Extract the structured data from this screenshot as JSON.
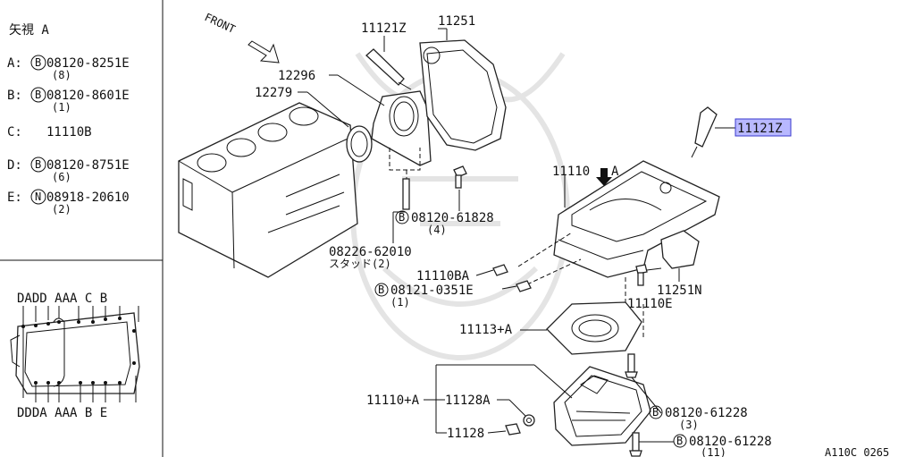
{
  "legend": {
    "view_title": "矢視 A",
    "items": [
      {
        "key": "A",
        "prefix": "B",
        "part": "08120-8251E",
        "qty": "(8)"
      },
      {
        "key": "B",
        "prefix": "B",
        "part": "08120-8601E",
        "qty": "(1)"
      },
      {
        "key": "C",
        "prefix": "",
        "part": "11110B",
        "qty": ""
      },
      {
        "key": "D",
        "prefix": "B",
        "part": "08120-8751E",
        "qty": "(6)"
      },
      {
        "key": "E",
        "prefix": "N",
        "part": "08918-20610",
        "qty": "(2)"
      }
    ],
    "top_letters": "DADD AAA C B",
    "bottom_letters": "DDDA AAA B E"
  },
  "callouts": {
    "front": "FRONT",
    "p11121Z_top": "11121Z",
    "p11251": "11251",
    "p12296": "12296",
    "p12279": "12279",
    "p11121Z_hl": "11121Z",
    "p11110": "11110",
    "a_marker": "A",
    "b_bolt_61828": "08120-61828",
    "b_bolt_61828_qty": "(4)",
    "stud": "08226-62010",
    "stud_sub": "スタッド(2)",
    "p11110BA": "11110BA",
    "b_bolt_0351E": "08121-0351E",
    "b_bolt_0351E_qty": "(1)",
    "p11251N": "11251N",
    "p11110E": "11110E",
    "p11113A": "11113+A",
    "p11110A": "11110+A",
    "p11128A": "11128A",
    "p11128": "11128",
    "b_bolt_61228_3": "08120-61228",
    "b_bolt_61228_3_qty": "(3)",
    "b_bolt_61228_11": "08120-61228",
    "b_bolt_61228_11_qty": "(11)",
    "diagram_code": "A110C 0265",
    "circle_b": "B",
    "circle_n": "N"
  }
}
